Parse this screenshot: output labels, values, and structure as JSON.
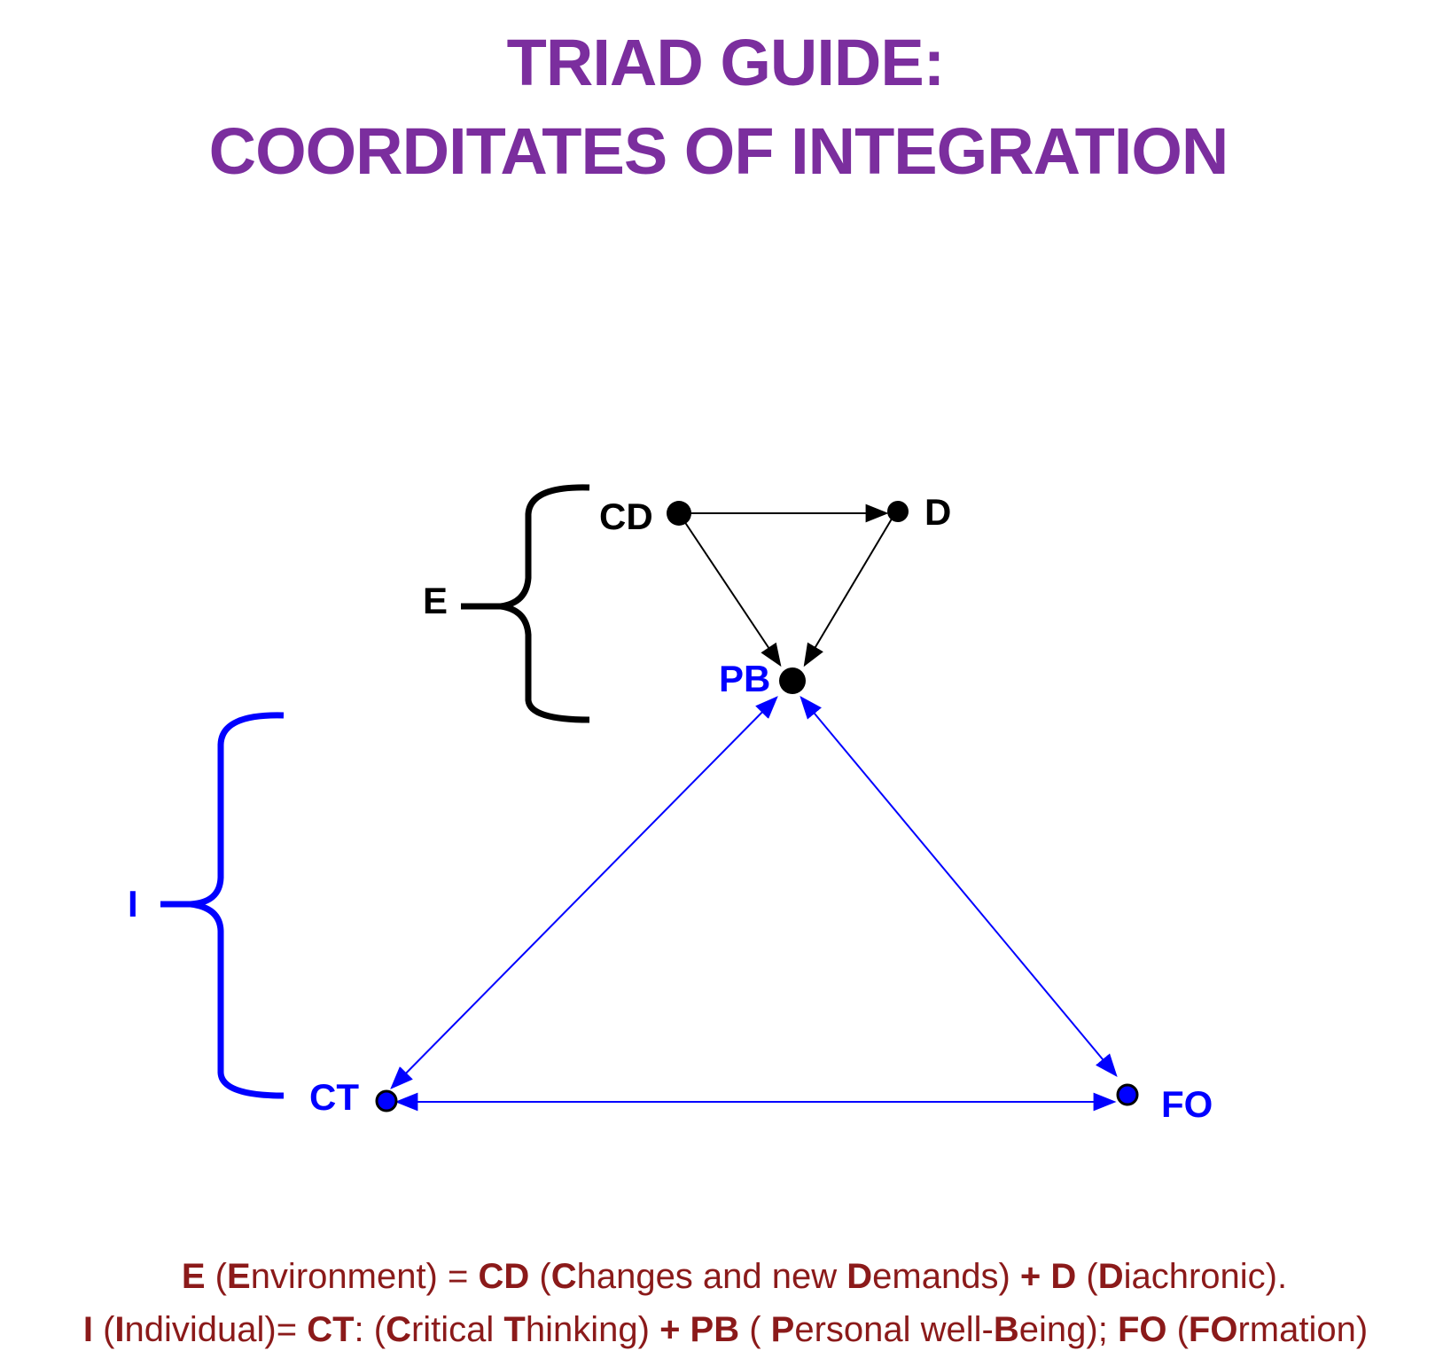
{
  "title": {
    "line1": "TRIAD GUIDE:",
    "line2": "COORDITATES OF INTEGRATION"
  },
  "nodes": {
    "cd": "CD",
    "d": "D",
    "pb": "PB",
    "ct": "CT",
    "fo": "FO"
  },
  "brackets": {
    "environment": "E",
    "individual": "I"
  },
  "colors": {
    "title": "#7b2e9e",
    "individual_group": "#0000ff",
    "environment_group": "#000000",
    "caption": "#8b1a1a"
  },
  "caption": {
    "line1": {
      "e_short": "E",
      "e_long_a": " (",
      "e_long_b": "E",
      "e_long_c": "nvironment) = ",
      "cd_short": "CD",
      "cd_long_a": " (",
      "cd_long_b": "C",
      "cd_long_c": "hanges and new ",
      "cd_long_d": "D",
      "cd_long_e": "emands) ",
      "plus": "+",
      "d_short": " D",
      "d_long_a": " (",
      "d_long_b": "D",
      "d_long_c": "iachronic)."
    },
    "line2": {
      "i_short": "I",
      "i_long_a": " (",
      "i_long_b": "I",
      "i_long_c": "ndividual)= ",
      "ct_short": "CT",
      "ct_long_a": ": (",
      "ct_long_b": "C",
      "ct_long_c": "ritical ",
      "ct_long_d": "T",
      "ct_long_e": "hinking) ",
      "plus": "+",
      "pb_short": " PB",
      "pb_long_a": " ( ",
      "pb_long_b": "P",
      "pb_long_c": "ersonal well-",
      "pb_long_d": "B",
      "pb_long_e": "eing); ",
      "fo_short": "FO",
      "fo_long_a": " (",
      "fo_long_b": "FO",
      "fo_long_c": "rmation)"
    }
  }
}
